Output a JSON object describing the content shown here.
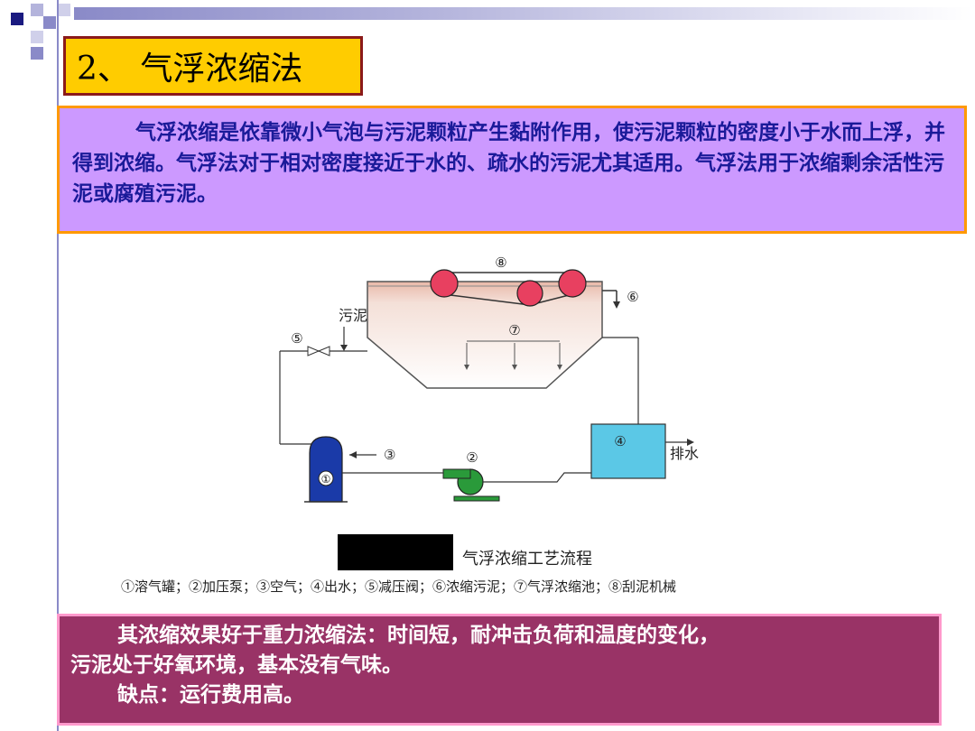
{
  "title": "2、 气浮浓缩法",
  "intro": "气浮浓缩是依靠微小气泡与污泥颗粒产生黏附作用，使污泥颗粒的密度小于水而上浮，并得到浓缩。气浮法对于相对密度接近于水的、疏水的污泥尤其适用。气浮法用于浓缩剩余活性污泥或腐殖污泥。",
  "diagram": {
    "labels": {
      "n8": "⑧",
      "n6": "⑥",
      "n7": "⑦",
      "n5": "⑤",
      "n4": "④",
      "n3": "③",
      "n2": "②",
      "n1": "①",
      "sludge": "污泥",
      "drain": "排水"
    },
    "caption": "气浮浓缩工艺流程",
    "legend": "①溶气罐；②加压泵；③空气；④出水；⑤减压阀；⑥浓缩污泥；⑦气浮浓缩池；⑧刮泥机械"
  },
  "bottom": {
    "line1": "其浓缩效果好于重力浓缩法：时间短，耐冲击负荷和温度的变化，",
    "line2": "污泥处于好氧环境，基本没有气味。",
    "line3": "缺点：运行费用高。"
  },
  "colors": {
    "title_bg": "#ffcc00",
    "intro_bg": "#cc99ff",
    "bottom_bg": "#993366",
    "tank_water": "#5bc8e6",
    "scraper": "#e84060",
    "pump": "#2a9a3a",
    "dissolver": "#1a3aa8"
  }
}
